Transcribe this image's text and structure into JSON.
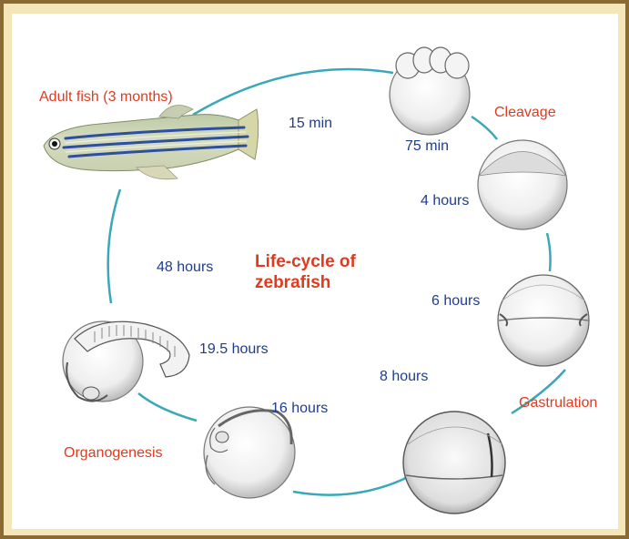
{
  "title": {
    "line1": "Life-cycle of",
    "line2": "zebrafish"
  },
  "stages": {
    "adult": "Adult fish (3 months)",
    "cleavage": "Cleavage",
    "gastrulation": "Gastrulation",
    "organogenesis": "Organogenesis"
  },
  "times": {
    "t15min": "15 min",
    "t75min": "75 min",
    "t4h": "4 hours",
    "t6h": "6 hours",
    "t8h": "8 hours",
    "t16h": "16 hours",
    "t19_5h": "19.5 hours",
    "t48h": "48 hours"
  },
  "colors": {
    "stage_label": "#e03a1f",
    "time_label": "#1f3d8f",
    "cycle_arc": "#3aa8b8",
    "frame": "#8b6a32",
    "frame_inner": "#f4e6b8"
  },
  "icons": {
    "adult": "zebrafish-drawing",
    "cleavage": "cleavage-embryo-drawing",
    "blastula": "blastula-embryo-drawing",
    "shield": "early-gastrula-embryo-drawing",
    "gastrula": "late-gastrula-embryo-drawing",
    "segmentation": "segmentation-embryo-drawing",
    "pharyngula": "pharyngula-embryo-drawing"
  }
}
